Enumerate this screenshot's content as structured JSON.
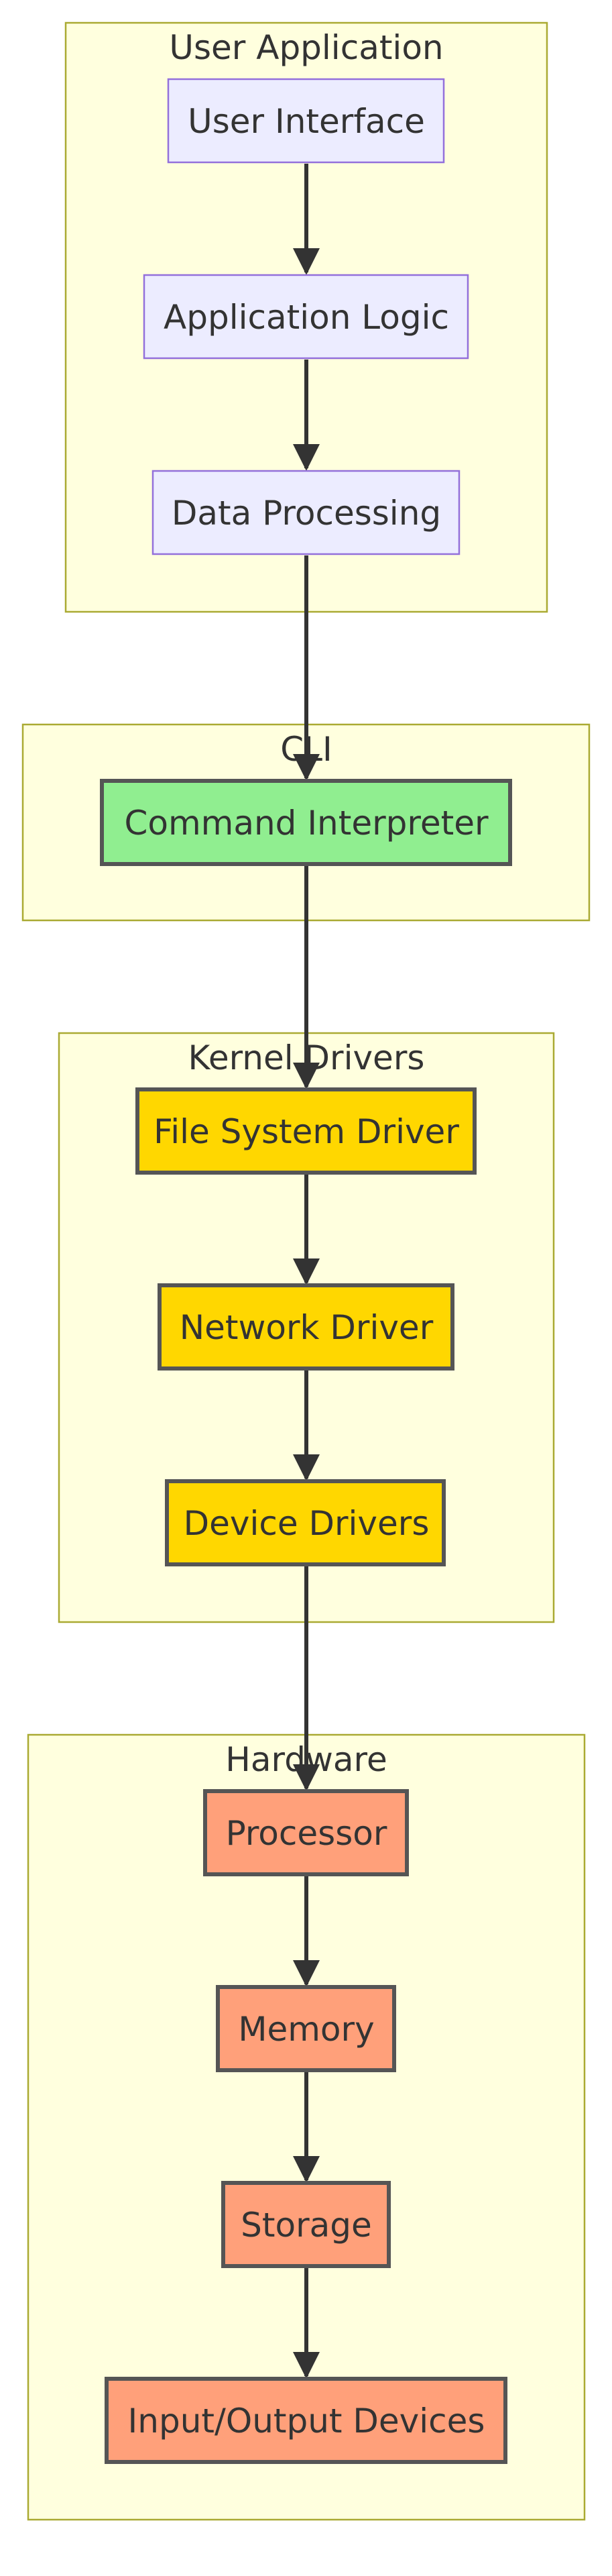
{
  "diagram": {
    "clusters": [
      {
        "id": "user",
        "title": "User Application"
      },
      {
        "id": "cli",
        "title": "CLI"
      },
      {
        "id": "kernel",
        "title": "Kernel Drivers"
      },
      {
        "id": "hardware",
        "title": "Hardware"
      }
    ],
    "nodes": [
      {
        "id": "ui",
        "label": "User Interface",
        "cluster": "user",
        "color": "#ececff",
        "border": "#9370db"
      },
      {
        "id": "logic",
        "label": "Application Logic",
        "cluster": "user",
        "color": "#ececff",
        "border": "#9370db"
      },
      {
        "id": "data",
        "label": "Data Processing",
        "cluster": "user",
        "color": "#ececff",
        "border": "#9370db"
      },
      {
        "id": "cmd",
        "label": "Command Interpreter",
        "cluster": "cli",
        "color": "#90ee90",
        "border": "#555555"
      },
      {
        "id": "fs",
        "label": "File System Driver",
        "cluster": "kernel",
        "color": "#ffd700",
        "border": "#555555"
      },
      {
        "id": "net",
        "label": "Network Driver",
        "cluster": "kernel",
        "color": "#ffd700",
        "border": "#555555"
      },
      {
        "id": "dev",
        "label": "Device Drivers",
        "cluster": "kernel",
        "color": "#ffd700",
        "border": "#555555"
      },
      {
        "id": "cpu",
        "label": "Processor",
        "cluster": "hardware",
        "color": "#ffa07a",
        "border": "#555555"
      },
      {
        "id": "mem",
        "label": "Memory",
        "cluster": "hardware",
        "color": "#ffa07a",
        "border": "#555555"
      },
      {
        "id": "sto",
        "label": "Storage",
        "cluster": "hardware",
        "color": "#ffa07a",
        "border": "#555555"
      },
      {
        "id": "io",
        "label": "Input/Output Devices",
        "cluster": "hardware",
        "color": "#ffa07a",
        "border": "#555555"
      }
    ],
    "edges": [
      {
        "from": "ui",
        "to": "logic"
      },
      {
        "from": "logic",
        "to": "data"
      },
      {
        "from": "data",
        "to": "cmd"
      },
      {
        "from": "cmd",
        "to": "fs"
      },
      {
        "from": "fs",
        "to": "net"
      },
      {
        "from": "net",
        "to": "dev"
      },
      {
        "from": "dev",
        "to": "cpu"
      },
      {
        "from": "cpu",
        "to": "mem"
      },
      {
        "from": "mem",
        "to": "sto"
      },
      {
        "from": "sto",
        "to": "io"
      }
    ]
  }
}
